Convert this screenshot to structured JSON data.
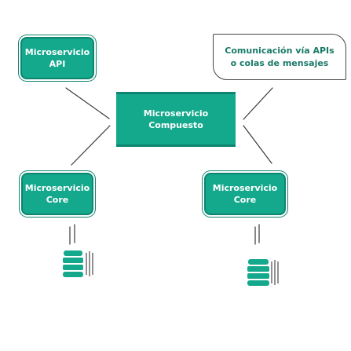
{
  "nodes": {
    "api": {
      "line1": "Microservicio",
      "line2": "API"
    },
    "composite": {
      "line1": "Microservicio",
      "line2": "Compuesto"
    },
    "core_left": {
      "line1": "Microservicio",
      "line2": "Core"
    },
    "core_right": {
      "line1": "Microservicio",
      "line2": "Core"
    },
    "communication": {
      "line1": "Comunicación vía APIs",
      "line2": "o colas de mensajes"
    }
  },
  "databases": [
    {
      "icon": "database-icon",
      "side": "left"
    },
    {
      "icon": "database-icon",
      "side": "right"
    }
  ],
  "colors": {
    "accent": "#14a88c",
    "accent_dark": "#0e8570",
    "connector": "#3a3a3a",
    "label_text": "#1a7a68"
  }
}
